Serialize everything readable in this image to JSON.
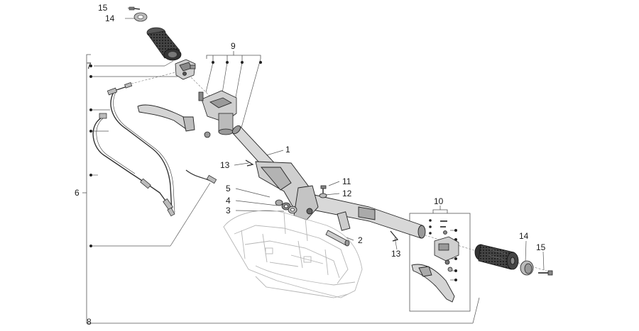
{
  "callouts": {
    "c15a": "15",
    "c14a": "14",
    "c7": "7",
    "c9": "9",
    "c6": "6",
    "c1": "1",
    "c13a": "13",
    "c11": "11",
    "c12": "12",
    "c5": "5",
    "c4": "4",
    "c3": "3",
    "c2": "2",
    "c13b": "13",
    "c10": "10",
    "c14b": "14",
    "c15b": "15",
    "c8": "8"
  }
}
